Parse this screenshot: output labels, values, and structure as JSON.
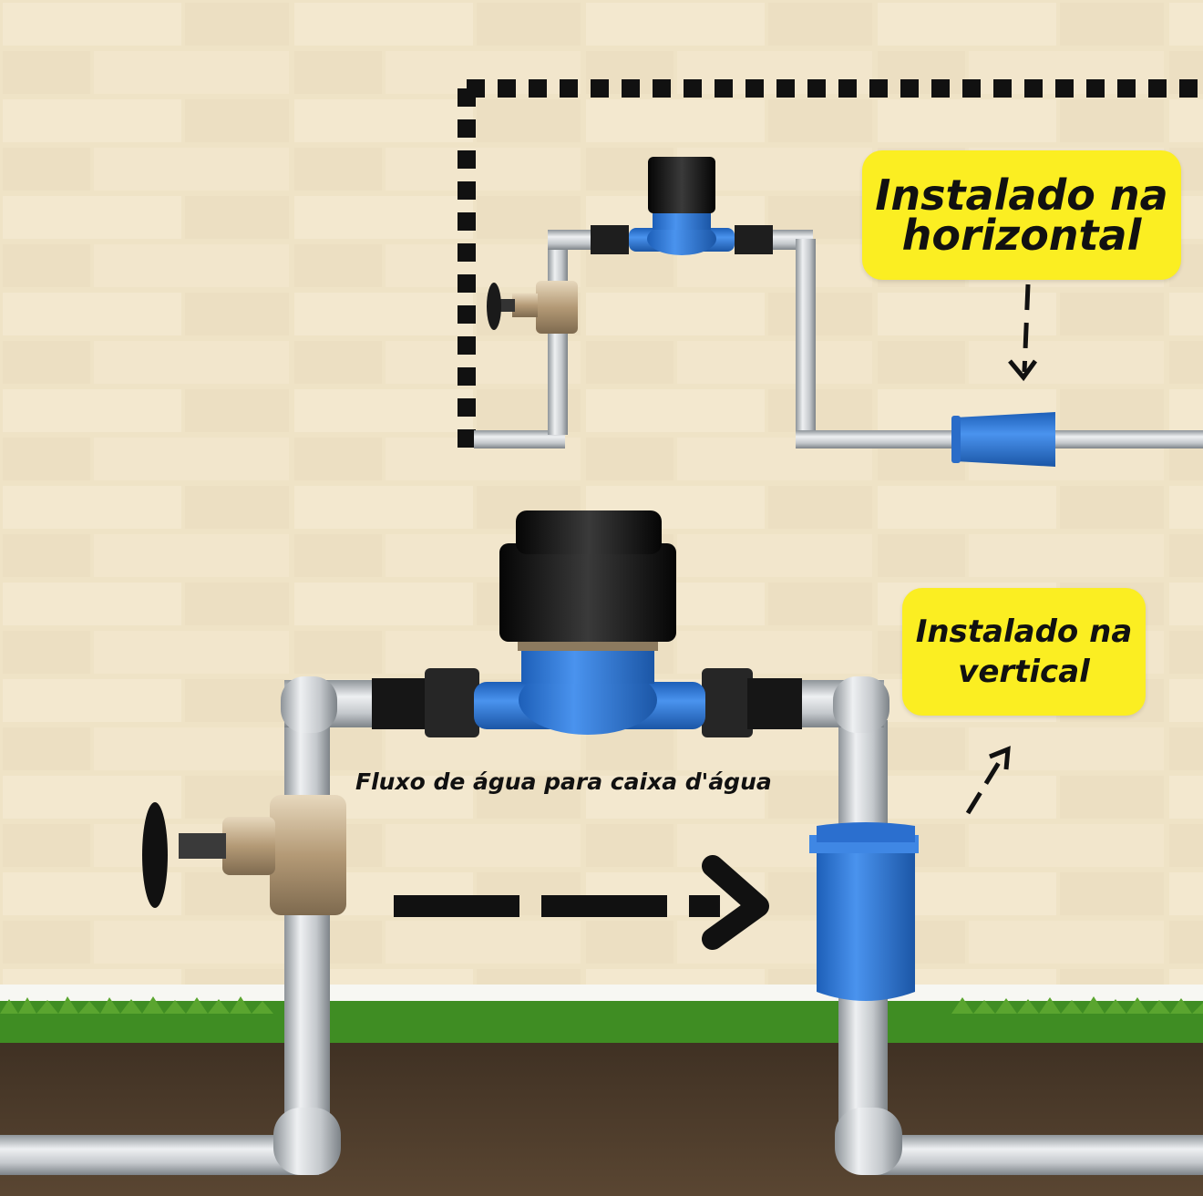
{
  "labels": {
    "horizontal": {
      "line1": "Instalado na",
      "line2": "horizontal"
    },
    "vertical": {
      "line1": "Instalado na",
      "line2": "vertical"
    }
  },
  "flow_text": "Fluxo de água para caixa d'água",
  "colors": {
    "wall": "#efe3c6",
    "label_bg": "#fbee22",
    "valve_blue": "#2f77d6",
    "pipe_grey": "#c9cdd1",
    "grass": "#3f8d23",
    "soil": "#4a3a2b"
  },
  "icons": [
    "water-meter-icon",
    "gate-valve-icon",
    "check-valve-icon",
    "flow-arrow-icon"
  ]
}
